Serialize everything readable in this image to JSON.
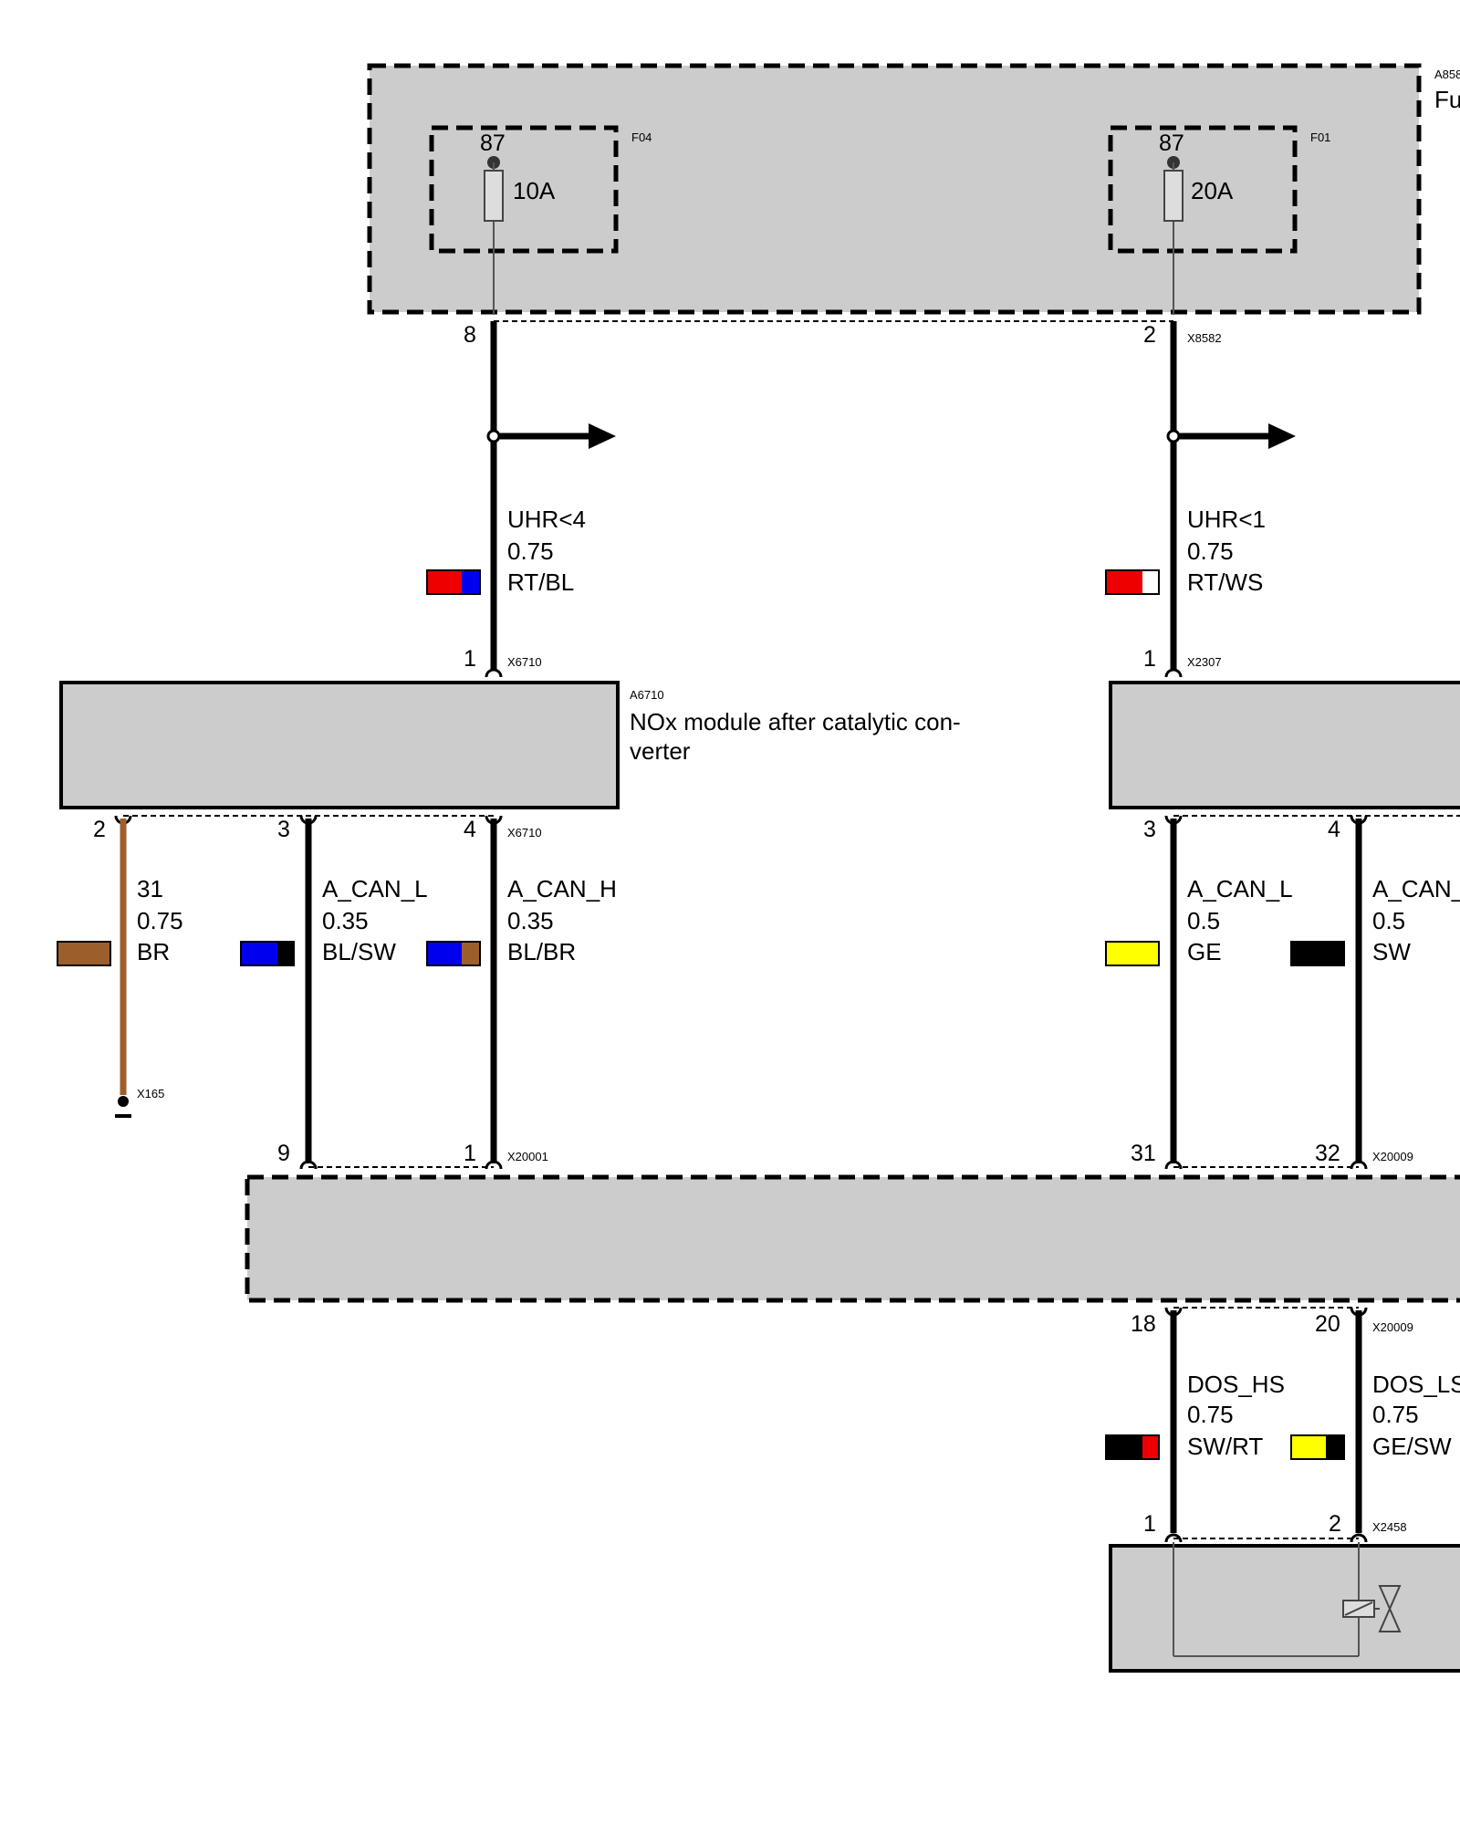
{
  "fuse_box": {
    "id_label": "A858",
    "name_label": "Fu",
    "fuses": [
      {
        "id": "F04",
        "terminal": "87",
        "rating": "10A"
      },
      {
        "id": "F01",
        "terminal": "87",
        "rating": "20A"
      }
    ],
    "connector": "X8582",
    "pins": [
      "8",
      "2"
    ]
  },
  "wires_top": [
    {
      "signal": "UHR<4",
      "gauge": "0.75",
      "color_code": "RT/BL",
      "colors": [
        "#ee0000",
        "#0000ee"
      ]
    },
    {
      "signal": "UHR<1",
      "gauge": "0.75",
      "color_code": "RT/WS",
      "colors": [
        "#ee0000",
        "#ffffff"
      ]
    }
  ],
  "nox_module": {
    "id_label": "A6710",
    "name": "NOx module after catalytic con-",
    "name_line2": "verter",
    "connector_top": "X6710",
    "pin_top": "1",
    "connector_bottom": "X6710",
    "pins_bottom": [
      "2",
      "3",
      "4"
    ]
  },
  "right_module": {
    "connector_top": "X2307",
    "pin_top": "1",
    "pins_bottom": [
      "3",
      "4"
    ]
  },
  "wires_middle": [
    {
      "signal": "31",
      "gauge": "0.75",
      "color_code": "BR",
      "colors": [
        "#9c5f2c"
      ]
    },
    {
      "signal": "A_CAN_L",
      "gauge": "0.35",
      "color_code": "BL/SW",
      "colors": [
        "#0000ee",
        "#000000"
      ]
    },
    {
      "signal": "A_CAN_H",
      "gauge": "0.35",
      "color_code": "BL/BR",
      "colors": [
        "#0000ee",
        "#9c5f2c"
      ]
    },
    {
      "signal": "A_CAN_L",
      "gauge": "0.5",
      "color_code": "GE",
      "colors": [
        "#ffff00"
      ]
    },
    {
      "signal": "A_CAN_",
      "gauge": "0.5",
      "color_code": "SW",
      "colors": [
        "#000000"
      ]
    }
  ],
  "ground": {
    "connector": "X165"
  },
  "control_unit": {
    "connector_left": "X20001",
    "pins_left": [
      "9",
      "1"
    ],
    "connector_right": "X20009",
    "pins_right": [
      "31",
      "32"
    ],
    "connector_bottom": "X20009",
    "pins_bottom": [
      "18",
      "20"
    ]
  },
  "wires_bottom": [
    {
      "signal": "DOS_HS",
      "gauge": "0.75",
      "color_code": "SW/RT",
      "colors": [
        "#000000",
        "#ee0000"
      ]
    },
    {
      "signal": "DOS_LS",
      "gauge": "0.75",
      "color_code": "GE/SW",
      "colors": [
        "#ffff00",
        "#000000"
      ]
    }
  ],
  "dosing_valve": {
    "connector": "X2458",
    "pins": [
      "1",
      "2"
    ]
  }
}
